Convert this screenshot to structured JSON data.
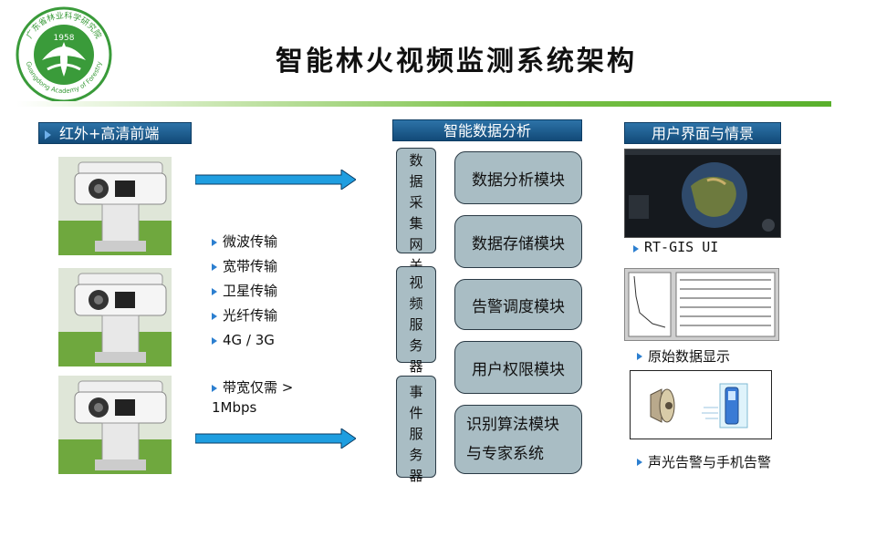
{
  "logo": {
    "ring_text": "广东省林业科学研究院",
    "ring_text_en": "Guangdong Academy of Forestry",
    "year": "1958",
    "ring_color": "#3a9b3a"
  },
  "title": "智能林火视频监测系统架构",
  "columns": {
    "frontend": {
      "header": "红外+高清前端"
    },
    "analysis": {
      "header": "智能数据分析"
    },
    "ui": {
      "header": "用户界面与情景"
    }
  },
  "transmission": {
    "items": [
      "微波传输",
      "宽带传输",
      "卫星传输",
      "光纤传输",
      "4G / 3G"
    ],
    "note_line1": "带宽仅需 >",
    "note_line2": "1Mbps"
  },
  "servers": [
    {
      "label": [
        "数",
        "据",
        "采",
        "集",
        "网",
        "关"
      ]
    },
    {
      "label": [
        "视",
        "频",
        "服",
        "务",
        "器"
      ]
    },
    {
      "label": [
        "事",
        "件",
        "服",
        "务",
        "器"
      ]
    }
  ],
  "modules": [
    {
      "label": "数据分析模块"
    },
    {
      "label": "数据存储模块"
    },
    {
      "label": "告警调度模块"
    },
    {
      "label": "用户权限模块"
    },
    {
      "line1": "识别算法模块",
      "line2": "与专家系统"
    }
  ],
  "ui_items": {
    "gis_label": "RT-GIS UI",
    "raw_label": "原始数据显示",
    "alarm_label": "声光告警与手机告警"
  },
  "colors": {
    "header_blue": "#1c5a8c",
    "module_fill": "#a9bdc4",
    "arrow_blue": "#1f9ee0",
    "accent_green": "#59b02c"
  }
}
